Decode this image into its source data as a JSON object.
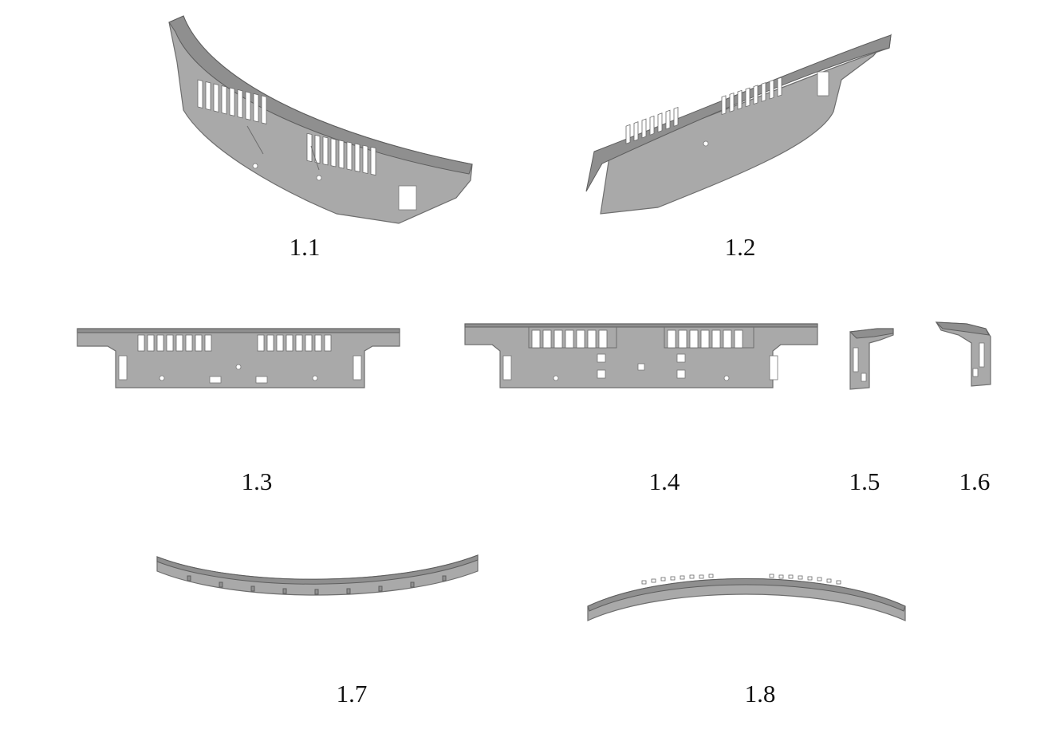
{
  "figures": [
    {
      "id": "1.1",
      "label": "1.1"
    },
    {
      "id": "1.2",
      "label": "1.2"
    },
    {
      "id": "1.3",
      "label": "1.3"
    },
    {
      "id": "1.4",
      "label": "1.4"
    },
    {
      "id": "1.5",
      "label": "1.5"
    },
    {
      "id": "1.6",
      "label": "1.6"
    },
    {
      "id": "1.7",
      "label": "1.7"
    },
    {
      "id": "1.8",
      "label": "1.8"
    }
  ],
  "colors": {
    "part_fill": "#a9a9a9",
    "part_edge": "#6e6e6e",
    "background": "#ffffff"
  }
}
